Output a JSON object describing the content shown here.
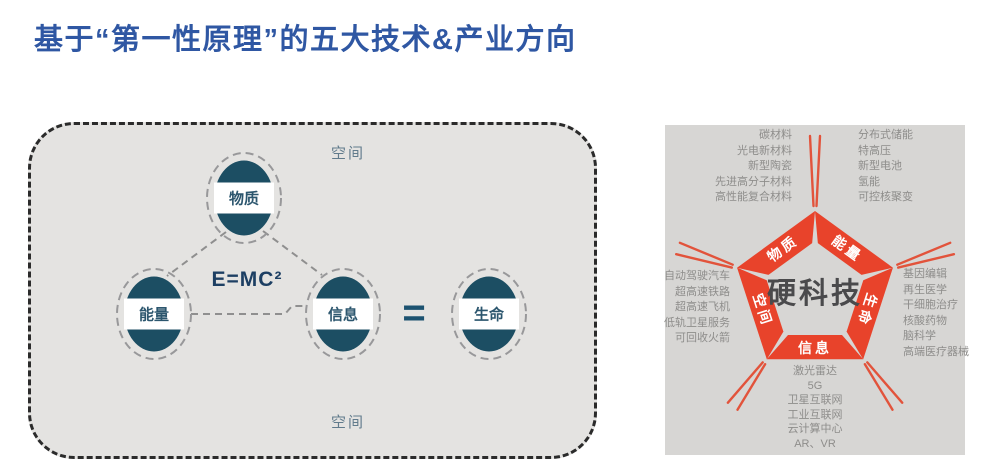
{
  "title": "基于“第一性原理”的五大技术&产业方向",
  "left_panel": {
    "space_top": "空间",
    "space_bottom": "空间",
    "formula": "E=MC²",
    "equals_sign": "=",
    "nodes": {
      "matter": "物质",
      "energy": "能量",
      "info": "信息",
      "life": "生命"
    }
  },
  "right_panel": {
    "center": "硬科技",
    "arms": {
      "matter": "物质",
      "energy": "能量",
      "space": "空间",
      "life": "生命",
      "info": "信息"
    },
    "lists": {
      "matter": [
        "碳材料",
        "光电新材料",
        "新型陶瓷",
        "先进高分子材料",
        "高性能复合材料"
      ],
      "energy": [
        "分布式储能",
        "特高压",
        "新型电池",
        "氢能",
        "可控核聚变"
      ],
      "space": [
        "自动驾驶汽车",
        "超高速铁路",
        "超高速飞机",
        "低轨卫星服务",
        "可回收火箭"
      ],
      "life": [
        "基因编辑",
        "再生医学",
        "干细胞治疗",
        "核酸药物",
        "脑科学",
        "高端医疗器械"
      ],
      "info": [
        "激光雷达",
        "5G",
        "卫星互联网",
        "工业互联网",
        "云计算中心",
        "AR、VR"
      ]
    }
  },
  "colors": {
    "title_blue": "#2f57a3",
    "ellipse_fill": "#1c4e63",
    "pentagon_red": "#e8432b",
    "thin_line_red": "#e2533b",
    "left_bg": "#e4e3e1",
    "right_bg": "#d7d6d4",
    "list_text": "#8e8d8b",
    "center_text": "#4a4a4c"
  }
}
